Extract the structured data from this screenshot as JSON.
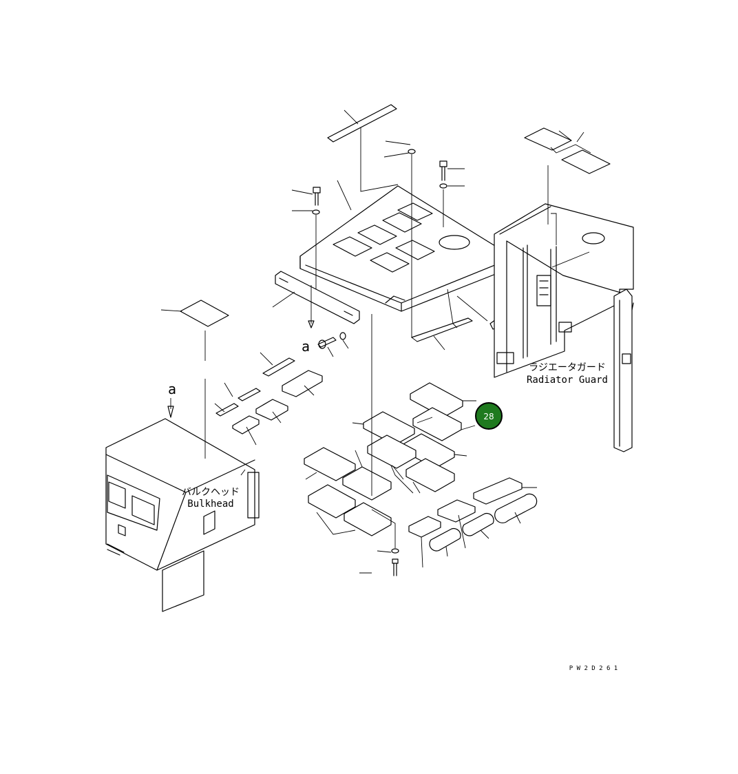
{
  "labels": {
    "radiator_guard_jp": "ラジエータガード",
    "radiator_guard_en": "Radiator Guard",
    "bulkhead_jp": "バルクヘッド",
    "bulkhead_en": "Bulkhead",
    "view_mark_1": "a",
    "view_mark_2": "a",
    "drawing_code": "P W 2 D 2 6 1"
  },
  "callout": {
    "number": "28",
    "fill_color": "#1f7a1f",
    "ring_color": "#000000",
    "text_color": "#ffffff"
  }
}
